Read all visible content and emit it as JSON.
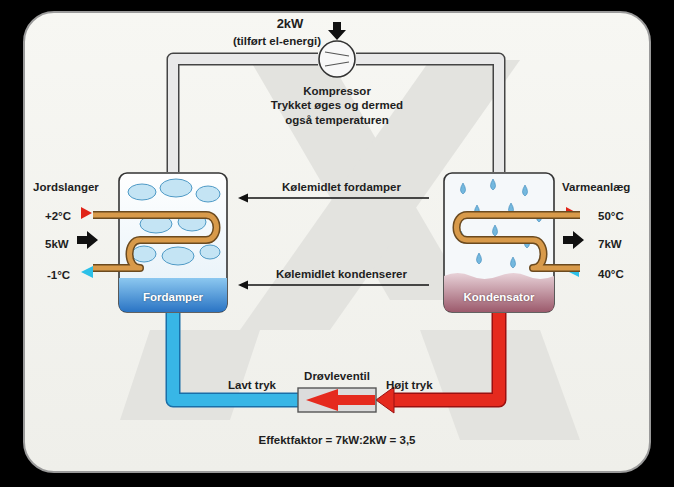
{
  "diagram": {
    "nodes": [
      {
        "text": [
          "Fordamper"
        ]
      },
      {
        "text": [
          "Kompressor",
          "Trykket øges og dermed også temperaturen"
        ]
      },
      {
        "text": [
          "Kondensator"
        ]
      },
      {
        "text": [
          "Drøvleventil"
        ]
      }
    ],
    "edges": [
      {
        "from": 0,
        "to": 1,
        "arrow": "none"
      },
      {
        "from": 1,
        "to": 2,
        "arrow": "none"
      },
      {
        "from": 2,
        "to": 3,
        "arrow": "to"
      },
      {
        "from": 3,
        "to": 0,
        "arrow": "none"
      },
      {
        "from": 2,
        "to": 0,
        "label": "Kølemidlet fordamper",
        "arrow": "to"
      },
      {
        "from": 2,
        "to": 0,
        "label": "Kølemidlet kondenserer",
        "arrow": "to"
      }
    ],
    "labels": [
      "2kW",
      "(tilført el-energi)",
      "Jordslanger",
      "+2°C",
      "5kW",
      "-1°C",
      "Varmeanlæg",
      "50°C",
      "7kW",
      "40°C",
      "Lavt tryk",
      "Højt tryk",
      "Effektfaktor = 7kW:2kW = 3,5"
    ]
  }
}
